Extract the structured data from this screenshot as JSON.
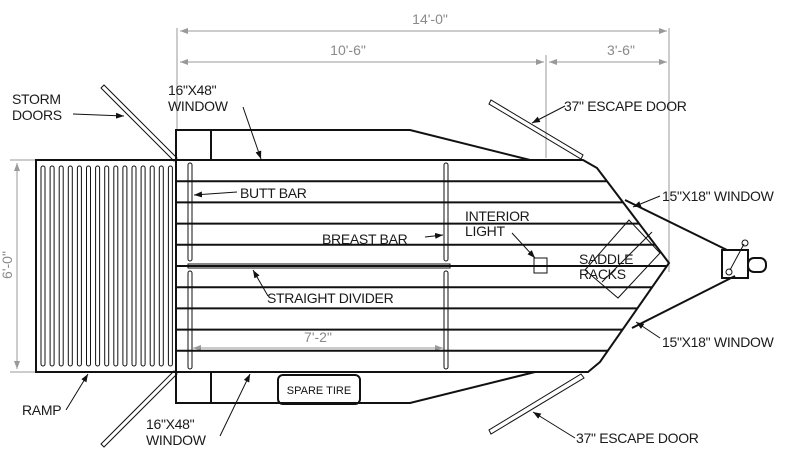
{
  "dimensions": {
    "overall_length": "14'-0\"",
    "body_length": "10'-6\"",
    "nose_length": "3'-6\"",
    "width": "6'-0\"",
    "stall_length": "7'-2\""
  },
  "labels": {
    "storm_doors": [
      "STORM",
      "DOORS"
    ],
    "window_top": [
      "16\"X48\"",
      "WINDOW"
    ],
    "window_bottom": [
      "16\"X48\"",
      "WINDOW"
    ],
    "butt_bar": "BUTT BAR",
    "breast_bar": "BREAST BAR",
    "interior_light": [
      "INTERIOR",
      "LIGHT"
    ],
    "saddle_racks": [
      "SADDLE",
      "RACKS"
    ],
    "nose_window_top": "15\"X18\" WINDOW",
    "nose_window_bottom": "15\"X18\" WINDOW",
    "straight_divider": "STRAIGHT DIVIDER",
    "escape_door_top": "37\" ESCAPE DOOR",
    "escape_door_bottom": "37\" ESCAPE DOOR",
    "ramp": "RAMP",
    "spare_tire": "SPARE TIRE"
  }
}
